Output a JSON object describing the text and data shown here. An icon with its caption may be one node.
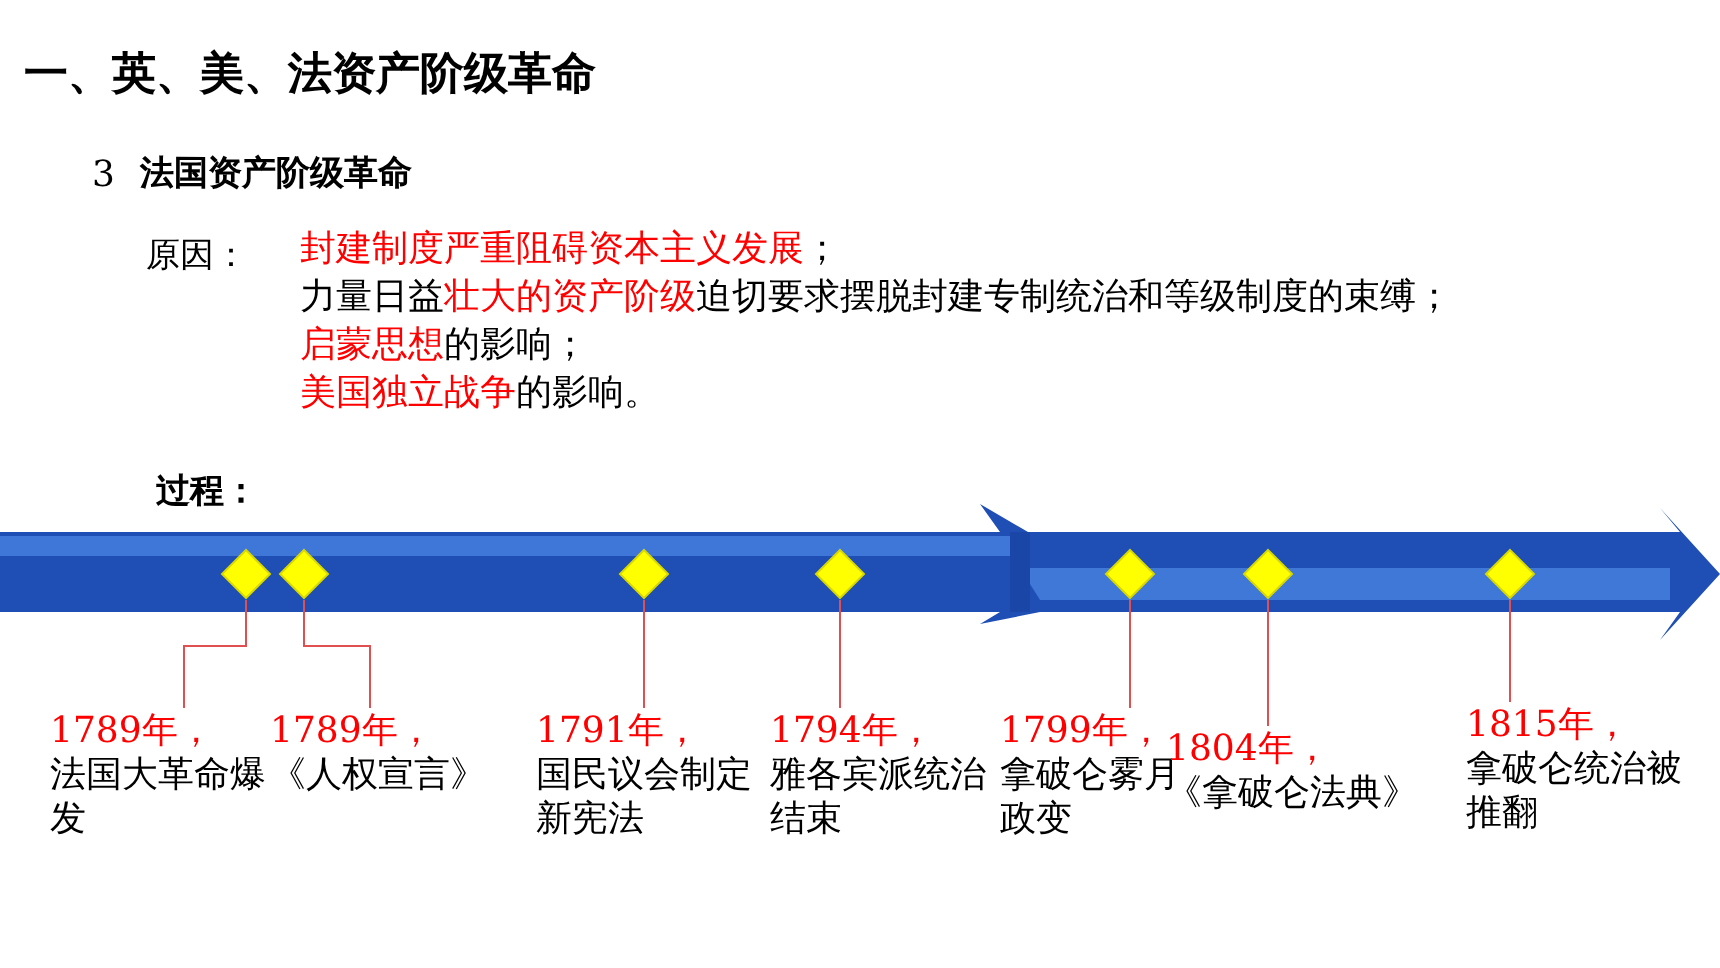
{
  "diagram": {
    "title": "一、英、美、法资产阶级革命",
    "nodes": [
      {
        "text": [],
        "shape": "diamond"
      },
      {
        "text": [],
        "shape": "diamond"
      },
      {
        "text": [],
        "shape": "diamond"
      },
      {
        "text": [],
        "shape": "diamond"
      },
      {
        "text": [],
        "shape": "diamond"
      },
      {
        "text": [],
        "shape": "diamond"
      },
      {
        "text": [],
        "shape": "diamond"
      },
      {
        "text": [
          "1789年，",
          "法国大革命爆发"
        ]
      },
      {
        "text": [
          "1789年，",
          "《人权宣言》"
        ]
      },
      {
        "text": [
          "1791年，",
          "国民议会制定新宪法"
        ]
      },
      {
        "text": [
          "1794年，",
          "雅各宾派统治结束"
        ]
      },
      {
        "text": [
          "1799年，",
          "拿破仑雾月政变"
        ]
      },
      {
        "text": [
          "1804年，",
          "《拿破仑法典》"
        ]
      },
      {
        "text": [
          "1815年，",
          "拿破仑统治被推翻"
        ]
      }
    ],
    "edges": [
      {
        "from": 7,
        "to": 0,
        "arrow": "none"
      },
      {
        "from": 8,
        "to": 1,
        "arrow": "none"
      },
      {
        "from": 9,
        "to": 2,
        "arrow": "none"
      },
      {
        "from": 10,
        "to": 3,
        "arrow": "none"
      },
      {
        "from": 11,
        "to": 4,
        "arrow": "none"
      },
      {
        "from": 12,
        "to": 5,
        "arrow": "none"
      },
      {
        "from": 13,
        "to": 6,
        "arrow": "none"
      }
    ],
    "labels": [
      "3",
      "法国资产阶级革命",
      "原因：",
      "封建制度严重阻碍资本主义发展；",
      "力量日益壮大的资产阶级迫切要求摆脱封建专制统治和等级制度的束缚；",
      "启蒙思想的影响；",
      "美国独立战争的影响。",
      "过程："
    ]
  }
}
